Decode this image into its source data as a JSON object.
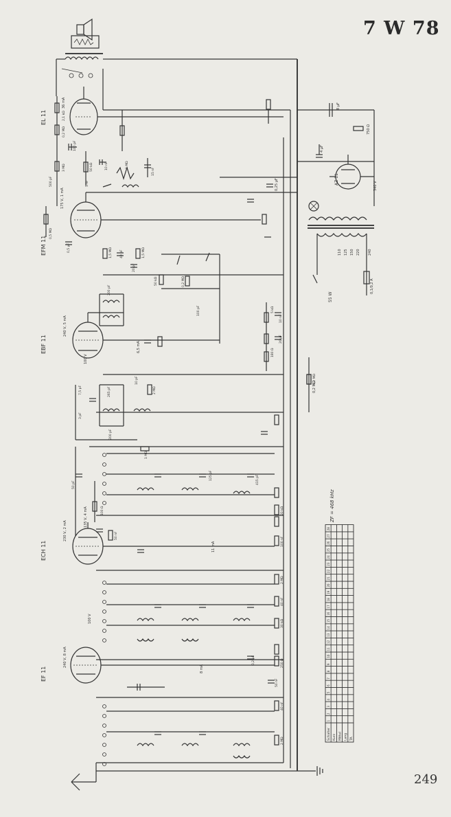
{
  "header": {
    "model": "7 W 78",
    "page_number": "249"
  },
  "tubes": [
    {
      "id": "EL11",
      "label": "EL 11"
    },
    {
      "id": "EFM11",
      "label": "EFM 11"
    },
    {
      "id": "EBF11",
      "label": "EBF 11"
    },
    {
      "id": "ECH11",
      "label": "ECH 11"
    },
    {
      "id": "EF11",
      "label": "EF 11"
    },
    {
      "id": "AZ11",
      "label": "AZ 11"
    }
  ],
  "annotations": {
    "if_frequency": "ZF = 468 kHz",
    "power": "55 W",
    "fuse": "0,1/0,2 A",
    "el11_current": "36 mA",
    "efm11_anode": "175 V, 1 mA",
    "ebf11_anode": "240 V, 5 mA",
    "ebf11_current": "6,5 mA",
    "ech11_anode": "230 V, 2 mA",
    "ech11_osc": "135 V, 4 mA",
    "ef11_anode": "240 V, 8 mA",
    "ech11_cathode_current": "11 mA",
    "ef11_cathode_current": "8 mA",
    "plus_voltage": "100 V",
    "plus_voltage_2": "100 V",
    "hv_voltage": "340 V",
    "cap_main": "8 µF",
    "cap_filter": "4 µF",
    "res_filter": "750 Ω",
    "res_bleed": "0,2 MΩ",
    "cap_bleed": "0,25 µF"
  },
  "transformer_taps": [
    "110",
    "125",
    "150",
    "220",
    "240"
  ],
  "components": [
    {
      "ref": "r1",
      "value": "2,1 kΩ"
    },
    {
      "ref": "r2",
      "value": "0,2 MΩ"
    },
    {
      "ref": "r3",
      "value": "3 MΩ"
    },
    {
      "ref": "c1",
      "value": "100 pF"
    },
    {
      "ref": "c2",
      "value": "500 pF"
    },
    {
      "ref": "c3",
      "value": "5 nF"
    },
    {
      "ref": "r4",
      "value": "50 kΩ"
    },
    {
      "ref": "c4",
      "value": "10 nF"
    },
    {
      "ref": "r5",
      "value": "1 MΩ"
    },
    {
      "ref": "c5",
      "value": "15 nF"
    },
    {
      "ref": "r6",
      "value": "0,5 MΩ"
    },
    {
      "ref": "c6",
      "value": "0,5 µF"
    },
    {
      "ref": "r7",
      "value": "1,5 MΩ"
    },
    {
      "ref": "c7",
      "value": "40 pF"
    },
    {
      "ref": "r8",
      "value": "1,5 MΩ"
    },
    {
      "ref": "c8",
      "value": "20 pF"
    },
    {
      "ref": "r9",
      "value": "50 kΩ"
    },
    {
      "ref": "r10",
      "value": "0,2 MΩ"
    },
    {
      "ref": "c9",
      "value": "200 pF"
    },
    {
      "ref": "c10",
      "value": "100 pF"
    },
    {
      "ref": "r11",
      "value": "5 kΩ"
    },
    {
      "ref": "c11",
      "value": "10 nF"
    },
    {
      "ref": "r12",
      "value": "180 Ω"
    },
    {
      "ref": "c12",
      "value": "20 µF"
    },
    {
      "ref": "c13",
      "value": "7,5 pF"
    },
    {
      "ref": "c14",
      "value": "265 pF"
    },
    {
      "ref": "c15",
      "value": "10 pF"
    },
    {
      "ref": "r13",
      "value": "2 MΩ"
    },
    {
      "ref": "r14",
      "value": "0,2 MΩ"
    },
    {
      "ref": "c16",
      "value": "3 pF"
    },
    {
      "ref": "c17",
      "value": "200 pF"
    },
    {
      "ref": "c18",
      "value": "50 pF"
    },
    {
      "ref": "r15",
      "value": "1 MΩ"
    },
    {
      "ref": "c19",
      "value": "125 pF"
    },
    {
      "ref": "c20",
      "value": "415 pF"
    },
    {
      "ref": "r16",
      "value": "100 Ω"
    },
    {
      "ref": "r17",
      "value": "20 kΩ"
    },
    {
      "ref": "c21",
      "value": "50 nF"
    },
    {
      "ref": "c22",
      "value": "100 nF"
    },
    {
      "ref": "r18",
      "value": "2 MΩ"
    },
    {
      "ref": "c23",
      "value": "40 nF"
    },
    {
      "ref": "r19",
      "value": "30 kΩ"
    },
    {
      "ref": "r20",
      "value": "250 Ω"
    },
    {
      "ref": "c24",
      "value": "0,2 µF"
    },
    {
      "ref": "c25",
      "value": "50 nF"
    },
    {
      "ref": "c26",
      "value": "40 nF"
    },
    {
      "ref": "r21",
      "value": "2 MΩ"
    }
  ],
  "switch_table": {
    "columns": [
      "1",
      "2",
      "3",
      "4",
      "5",
      "6",
      "7",
      "8",
      "9",
      "10",
      "11",
      "12",
      "13",
      "14",
      "15",
      "16",
      "17",
      "18",
      "19",
      "20",
      "21",
      "22",
      "23",
      "24",
      "25",
      "26",
      "27",
      "28"
    ],
    "rows": [
      {
        "label": "Schalter"
      },
      {
        "label": "Kurz"
      },
      {
        "label": "Mittel"
      },
      {
        "label": "Lang"
      },
      {
        "label": "TA"
      }
    ]
  }
}
